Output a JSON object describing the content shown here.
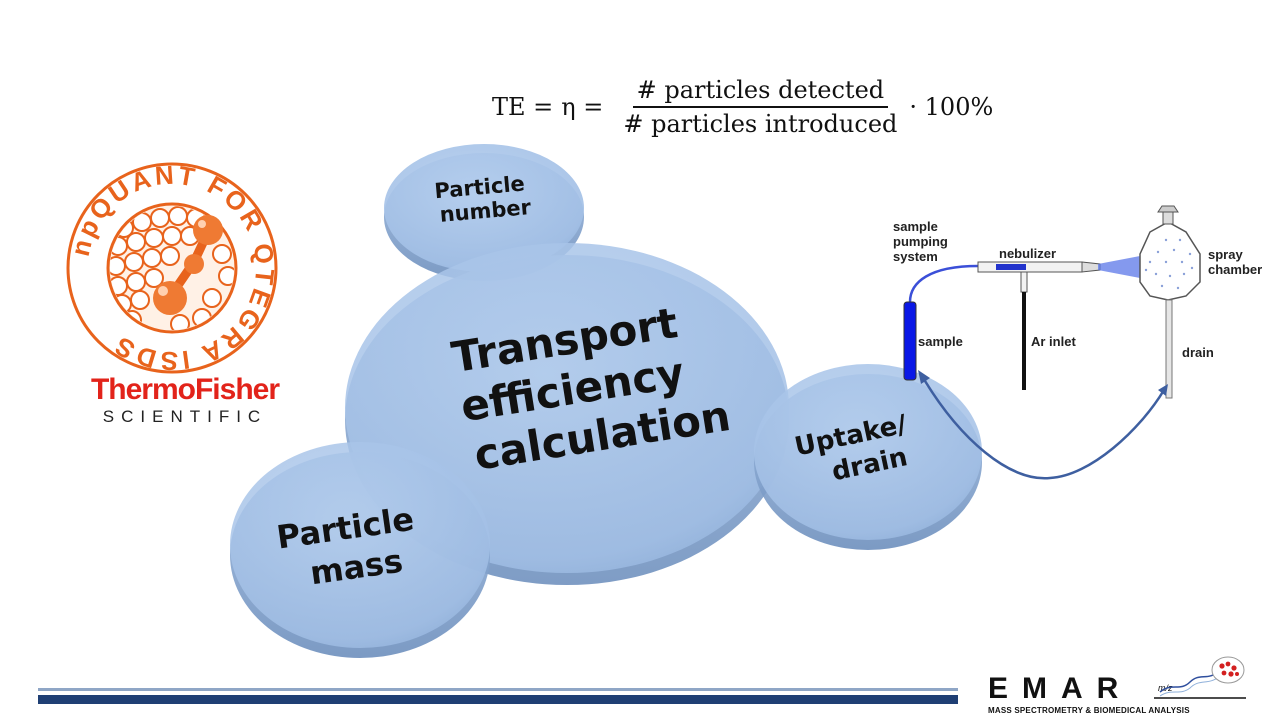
{
  "formula": {
    "lhs": "TE =",
    "eta": "η =",
    "numerator": "# particles detected",
    "denominator": "# particles introduced",
    "rhs": "· 100%"
  },
  "np_logo": {
    "ring_text": "npQUANT FOR QTEGRA ISDS"
  },
  "thermo_logo": {
    "line1": "ThermoFisher",
    "line2": "SCIENTIFIC"
  },
  "bubbles": {
    "main": [
      "Transport",
      "efficiency",
      "calculation"
    ],
    "particle_number": [
      "Particle",
      "number"
    ],
    "uptake_drain": [
      "Uptake/",
      "drain"
    ],
    "particle_mass": [
      "Particle",
      "mass"
    ]
  },
  "diagram": {
    "sample_pumping": [
      "sample",
      "pumping",
      "system"
    ],
    "nebulizer": "nebulizer",
    "spray_chamber": [
      "spray",
      "chamber"
    ],
    "sample": "sample",
    "ar_inlet": "Ar inlet",
    "drain": "drain"
  },
  "footer": {
    "emar": "EMAR",
    "mz": "m/z",
    "subtitle": "MASS SPECTROMETRY & BIOMEDICAL ANALYSIS"
  },
  "colors": {
    "bubble_fill": "#a8c4e8",
    "bubble_edge": "#7f9fcb",
    "accent_orange": "#e8631c",
    "thermo_red": "#e2231a",
    "footer_navy": "#1f3f74"
  }
}
